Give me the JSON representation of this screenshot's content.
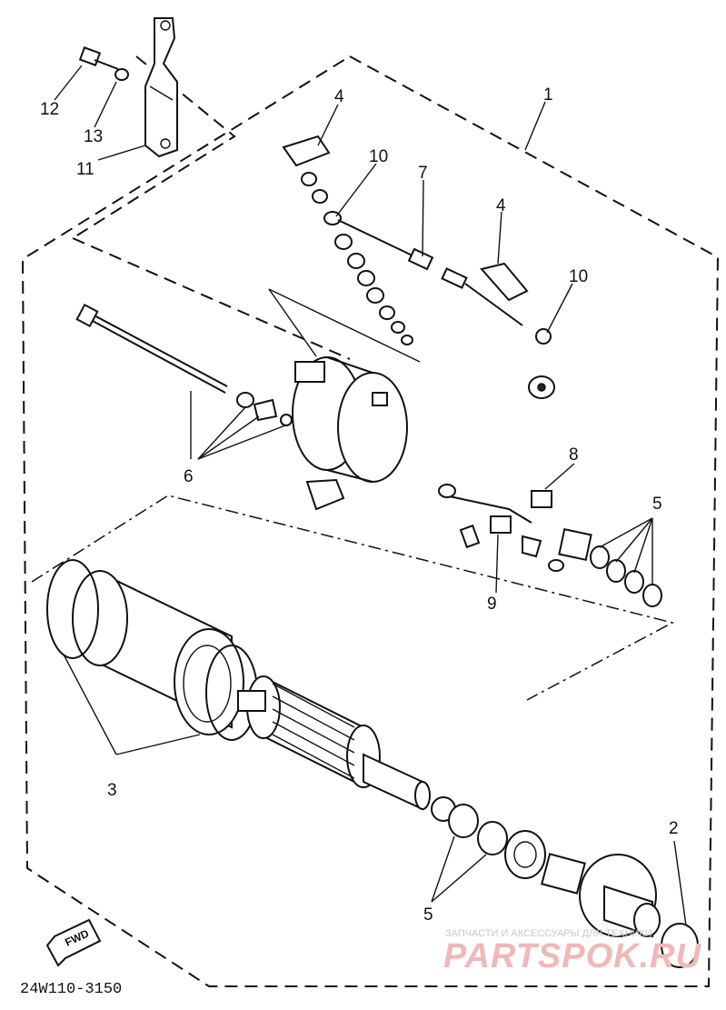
{
  "diagram": {
    "figure_code": "24W110-3150",
    "fwd_label": "FWD",
    "callouts": {
      "c1": "1",
      "c2": "2",
      "c3": "3",
      "c4a": "4",
      "c4b": "4",
      "c5a": "5",
      "c5b": "5",
      "c6": "6",
      "c7": "7",
      "c8": "8",
      "c9": "9",
      "c10a": "10",
      "c10b": "10",
      "c11": "11",
      "c12": "12",
      "c13": "13"
    }
  },
  "watermark": {
    "caption": "ЗАПЧАСТИ И АКСЕССУАРЫ ДЛЯ ТЕХНИКИ",
    "logo_text": "PARTSPOK.RU"
  }
}
